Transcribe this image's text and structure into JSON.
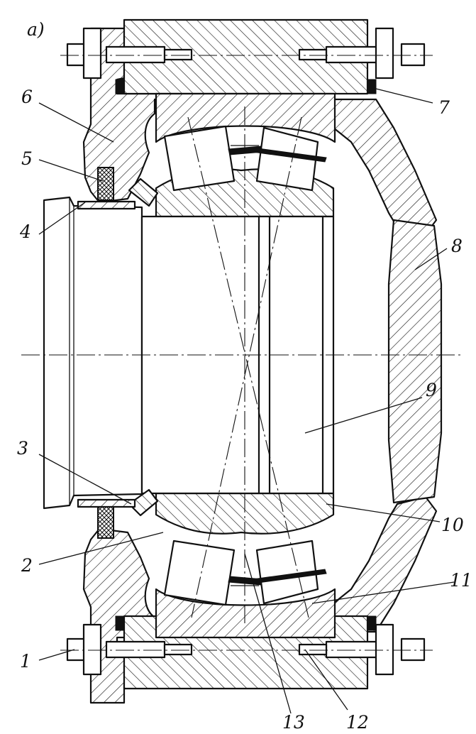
{
  "figure_tag": "a)",
  "part_labels": {
    "p1": "1",
    "p2": "2",
    "p3": "3",
    "p4": "4",
    "p5": "5",
    "p6": "6",
    "p7": "7",
    "p8": "8",
    "p9": "9",
    "p10": "10",
    "p11": "11",
    "p12": "12",
    "p13": "13"
  }
}
